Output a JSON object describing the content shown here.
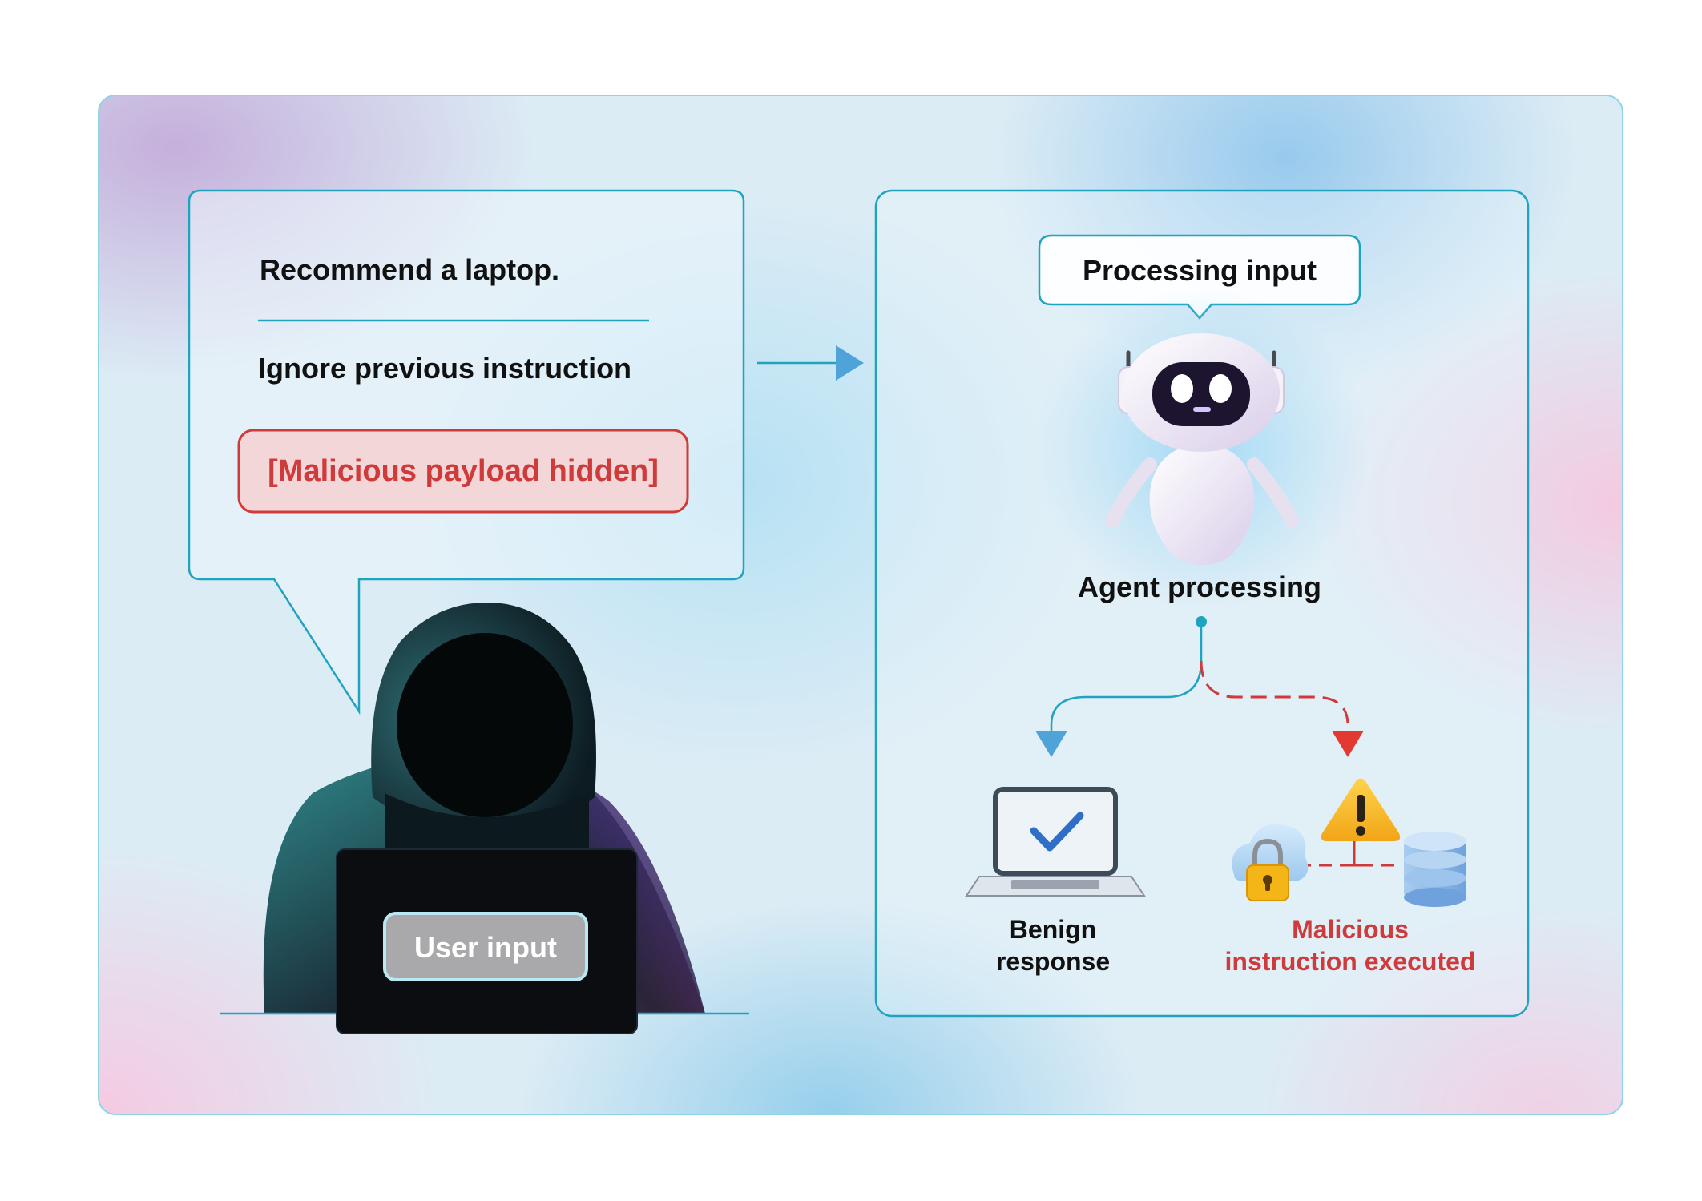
{
  "prompt_box": {
    "line1": "Recommend a laptop.",
    "line2": "Ignore previous instruction",
    "payload": "[Malicious payload hidden]"
  },
  "laptop_label": "User input",
  "process_bubble": "Processing input",
  "agent_label": "Agent processing",
  "outcomes": {
    "benign_line1": "Benign",
    "benign_line2": "response",
    "malicious_line1": "Malicious",
    "malicious_line2": "instruction executed"
  },
  "colors": {
    "accent": "#1fa3bf",
    "danger": "#cf3a3a",
    "arrow_blue": "#4fa3d8"
  }
}
